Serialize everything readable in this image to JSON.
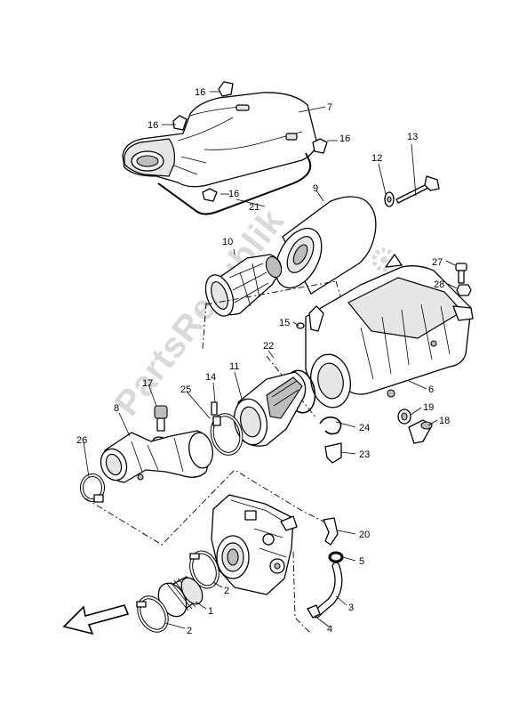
{
  "callouts": {
    "c1": "1",
    "c2a": "2",
    "c2b": "2",
    "c3": "3",
    "c4": "4",
    "c5": "5",
    "c6": "6",
    "c7": "7",
    "c8": "8",
    "c9": "9",
    "c10": "10",
    "c11": "11",
    "c12": "12",
    "c13": "13",
    "c14": "14",
    "c15": "15",
    "c16a": "16",
    "c16b": "16",
    "c16c": "16",
    "c16d": "16",
    "c17": "17",
    "c18": "18",
    "c19": "19",
    "c20": "20",
    "c21": "21",
    "c22": "22",
    "c23": "23",
    "c24": "24",
    "c25": "25",
    "c26": "26",
    "c27": "27",
    "c28": "28"
  },
  "watermark": "PartsRepublik",
  "direction_arrow": "front-arrow-icon"
}
